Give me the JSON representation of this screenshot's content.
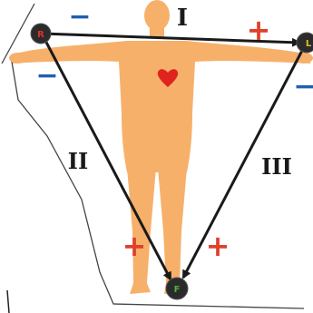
{
  "leads": {
    "I": "I",
    "II": "II",
    "III": "III"
  },
  "electrodes": {
    "right_arm": "R",
    "left_arm": "L",
    "foot": "F"
  },
  "polarity": {
    "positive": "+",
    "negative": "−"
  },
  "colors": {
    "skin": "#f7b06a",
    "heart": "#e0231f",
    "arrow": "#1a1a1a",
    "plus": "#e0402a",
    "minus": "#1f5fb0",
    "electrode_fill": "#2b2b2b",
    "electrode_r_text": "#e03030",
    "electrode_l_text": "#e0c020",
    "electrode_f_text": "#50b040",
    "outline": "#333333"
  },
  "icons": {
    "heart": "heart-icon",
    "body": "human-body-silhouette"
  }
}
